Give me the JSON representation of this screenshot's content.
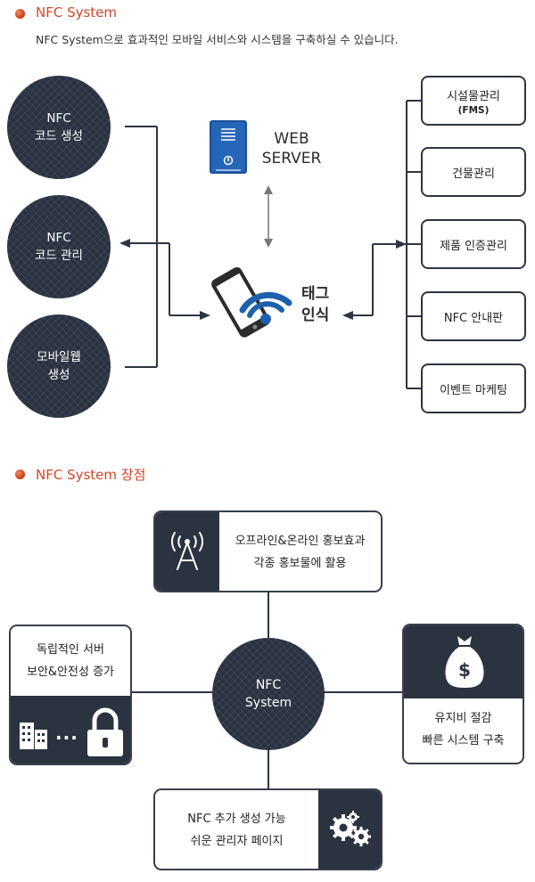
{
  "section1": {
    "title": "NFC System",
    "description": "NFC System으로 효과적인 모바일 서비스와 시스템을 구축하실 수 있습니다."
  },
  "left_circles": [
    {
      "line1": "NFC",
      "line2": "코드 생성"
    },
    {
      "line1": "NFC",
      "line2": "코드 관리"
    },
    {
      "line1": "모바일웹",
      "line2": "생성"
    }
  ],
  "web_server": {
    "line1": "WEB",
    "line2": "SERVER",
    "icon": "server-icon"
  },
  "tag": {
    "line1": "태그",
    "line2": "인식",
    "icon": "smartphone-wifi-icon"
  },
  "right_boxes": [
    {
      "label": "시설물관리",
      "sub": "(FMS)"
    },
    {
      "label": "건물관리",
      "sub": ""
    },
    {
      "label": "제품 인증관리",
      "sub": ""
    },
    {
      "label": "NFC 안내판",
      "sub": ""
    },
    {
      "label": "이벤트 마케팅",
      "sub": ""
    }
  ],
  "section2": {
    "title": "NFC System 장점"
  },
  "center": {
    "line1": "NFC",
    "line2": "System"
  },
  "benefits": {
    "top": {
      "line1": "오프라인&온라인 홍보효과",
      "line2": "각종 홍보물에 활용",
      "icon": "broadcast-tower-icon"
    },
    "left": {
      "line1": "독립적인 서버",
      "line2": "보안&안전성 증가",
      "icon": "building-lock-icon",
      "dots": "···"
    },
    "right": {
      "line1": "유지비 절감",
      "line2": "빠른 시스템 구축",
      "icon": "money-bag-icon"
    },
    "bottom": {
      "line1": "NFC 추가 생성 가능",
      "line2": "쉬운 관리자 페이지",
      "icon": "gears-icon"
    }
  },
  "colors": {
    "accent": "#d1462a",
    "dark": "#2c3340",
    "line": "#2f3441",
    "icon_blue": "#1e5fae"
  }
}
